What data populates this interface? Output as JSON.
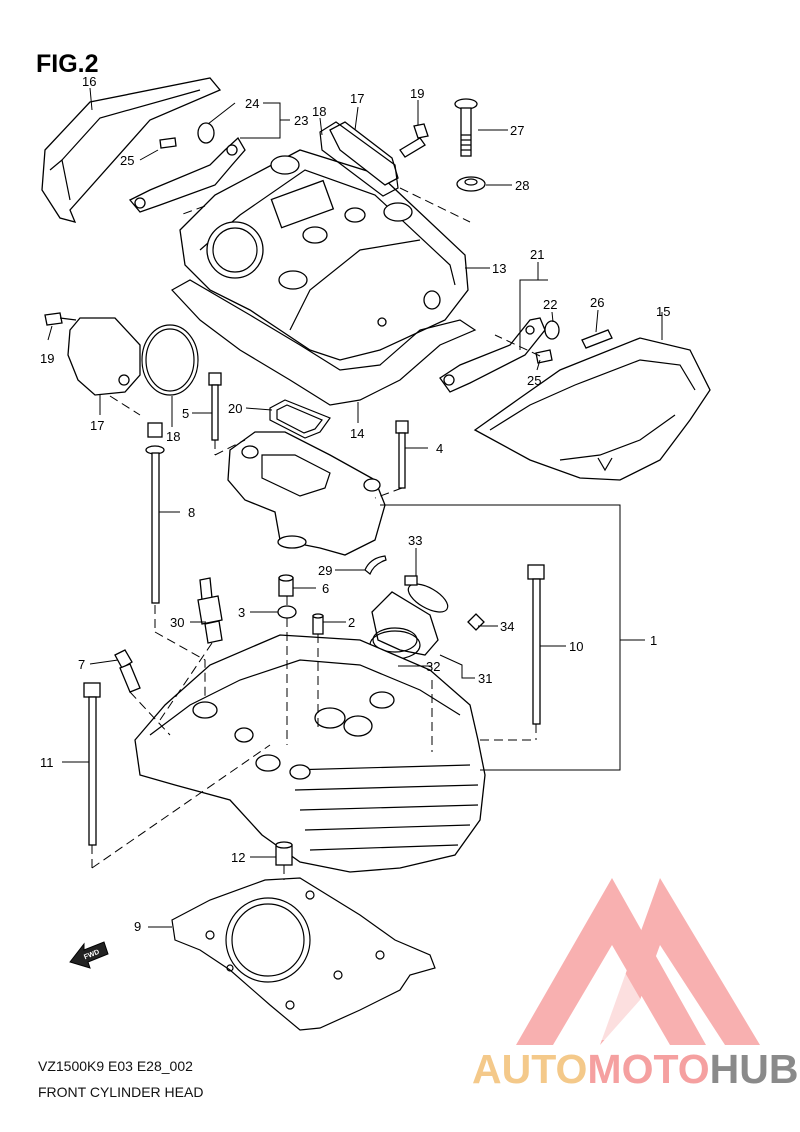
{
  "figure": {
    "title": "FIG.2"
  },
  "footer": {
    "code": "VZ1500K9 E03 E28_002",
    "caption": "FRONT CYLINDER HEAD"
  },
  "watermark": {
    "part1": "AUTO",
    "part2": "MOTO",
    "part3": "HUB",
    "color_light": "#f4c98a",
    "color_pink": "#f5a0a0",
    "color_gray": "#8a8a8a"
  },
  "callouts": [
    {
      "n": "1"
    },
    {
      "n": "2"
    },
    {
      "n": "3"
    },
    {
      "n": "4"
    },
    {
      "n": "5"
    },
    {
      "n": "6"
    },
    {
      "n": "7"
    },
    {
      "n": "8"
    },
    {
      "n": "9"
    },
    {
      "n": "10"
    },
    {
      "n": "11"
    },
    {
      "n": "12"
    },
    {
      "n": "13"
    },
    {
      "n": "14"
    },
    {
      "n": "15"
    },
    {
      "n": "16"
    },
    {
      "n": "17"
    },
    {
      "n": "17"
    },
    {
      "n": "18"
    },
    {
      "n": "18"
    },
    {
      "n": "19"
    },
    {
      "n": "19"
    },
    {
      "n": "20"
    },
    {
      "n": "21"
    },
    {
      "n": "22"
    },
    {
      "n": "23"
    },
    {
      "n": "24"
    },
    {
      "n": "25"
    },
    {
      "n": "25"
    },
    {
      "n": "26"
    },
    {
      "n": "27"
    },
    {
      "n": "28"
    },
    {
      "n": "29"
    },
    {
      "n": "30"
    },
    {
      "n": "31"
    },
    {
      "n": "32"
    },
    {
      "n": "33"
    },
    {
      "n": "34"
    }
  ],
  "arrow": {
    "label": "FWD"
  }
}
